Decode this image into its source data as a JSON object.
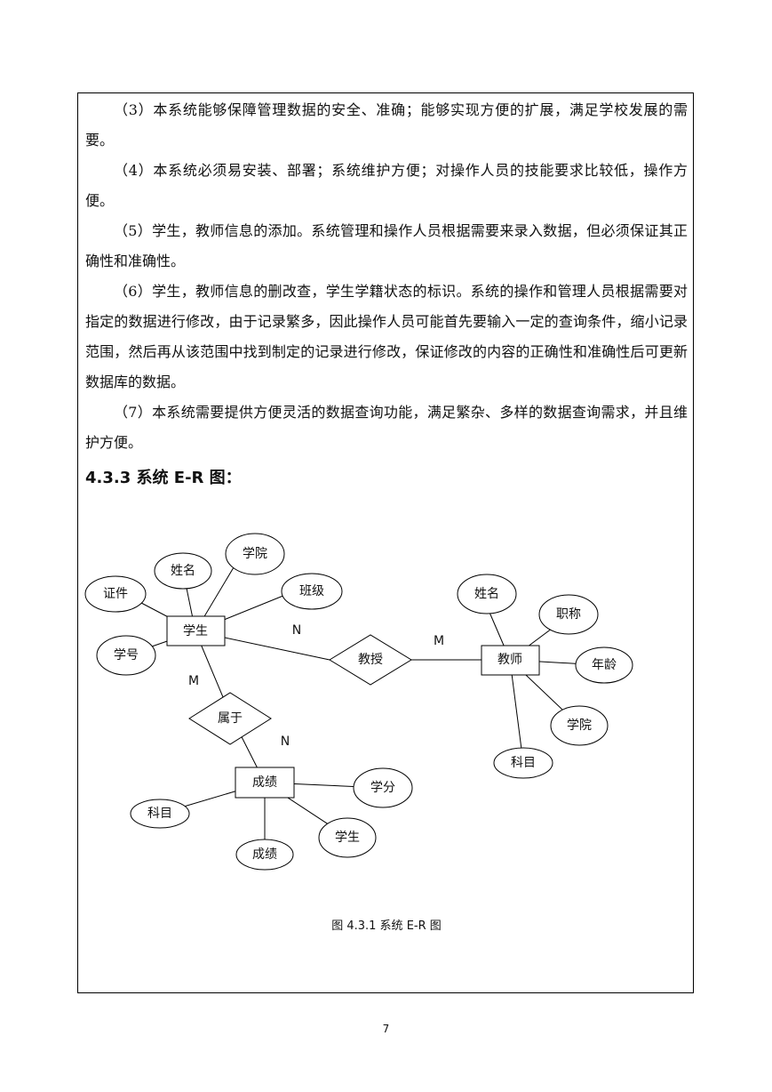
{
  "paragraphs": [
    "（3）本系统能够保障管理数据的安全、准确；能够实现方便的扩展，满足学校发展的需要。",
    "（4）本系统必须易安装、部署；系统维护方便；对操作人员的技能要求比较低，操作方便。",
    "（5）学生，教师信息的添加。系统管理和操作人员根据需要来录入数据，但必须保证其正确性和准确性。",
    "（6）学生，教师信息的删改查，学生学籍状态的标识。系统的操作和管理人员根据需要对指定的数据进行修改，由于记录繁多，因此操作人员可能首先要输入一定的查询条件，缩小记录范围，然后再从该范围中找到制定的记录进行修改，保证修改的内容的正确性和准确性后可更新数据库的数据。",
    "（7）本系统需要提供方便灵活的数据查询功能，满足繁杂、多样的数据查询需求，并且维护方便。"
  ],
  "section_heading": "4.3.3 系统 E-R 图：",
  "diagram": {
    "entities": {
      "student": "学生",
      "teacher": "教师",
      "grade": "成绩"
    },
    "relationships": {
      "teaches": "教授",
      "belongs": "属于"
    },
    "attributes": {
      "student_college": "学院",
      "student_name": "姓名",
      "student_class": "班级",
      "student_id_card": "证件",
      "student_number": "学号",
      "teacher_name": "姓名",
      "teacher_title": "职称",
      "teacher_age": "年龄",
      "teacher_college": "学院",
      "teacher_subject": "科目",
      "grade_credit": "学分",
      "grade_student": "学生",
      "grade_score": "成绩",
      "grade_subject": "科目"
    },
    "cardinality": {
      "student_teaches": "N",
      "teacher_teaches": "M",
      "student_belongs": "M",
      "grade_belongs": "N"
    }
  },
  "caption": "图 4.3.1 系统 E-R 图",
  "page_number": "7"
}
